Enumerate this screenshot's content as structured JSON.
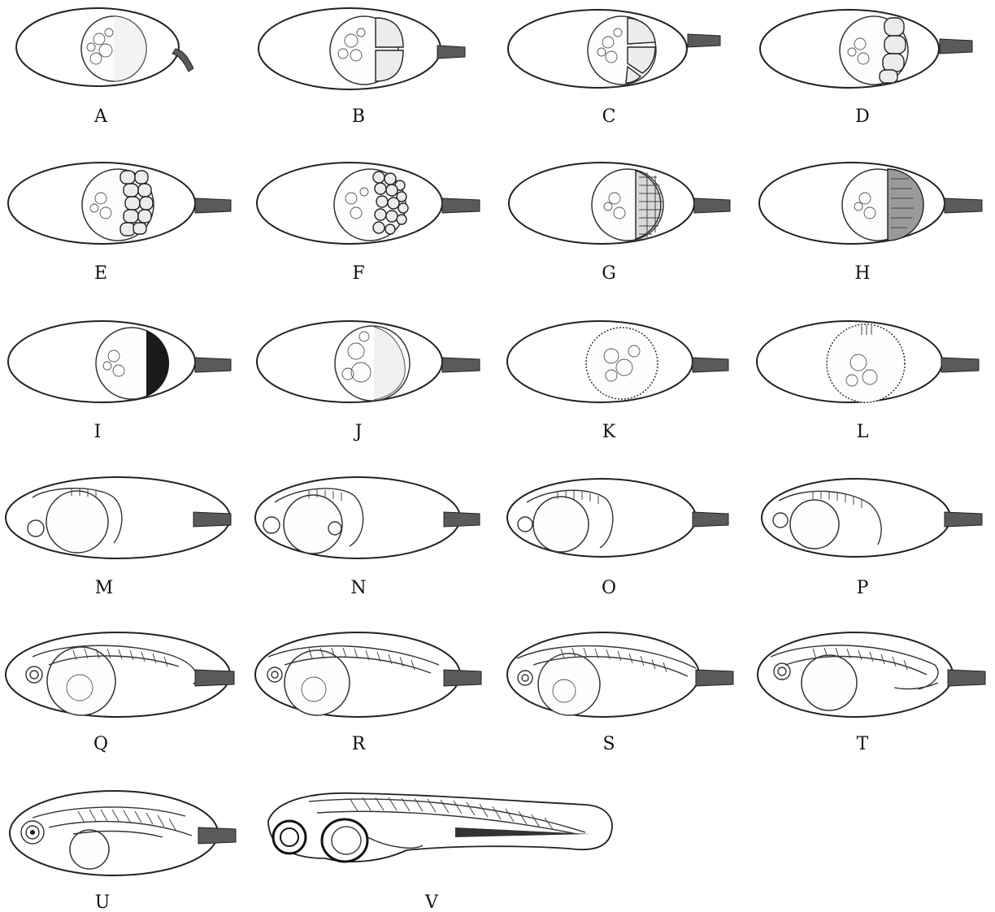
{
  "figure": {
    "panels": [
      {
        "id": "a",
        "label": "A",
        "stage": "1-cell"
      },
      {
        "id": "b",
        "label": "B",
        "stage": "cleavage"
      },
      {
        "id": "c",
        "label": "C",
        "stage": "cleavage"
      },
      {
        "id": "d",
        "label": "D",
        "stage": "cleavage"
      },
      {
        "id": "e",
        "label": "E",
        "stage": "cleavage"
      },
      {
        "id": "f",
        "label": "F",
        "stage": "blastula"
      },
      {
        "id": "g",
        "label": "G",
        "stage": "blastula"
      },
      {
        "id": "h",
        "label": "H",
        "stage": "blastula"
      },
      {
        "id": "i",
        "label": "I",
        "stage": "blastula"
      },
      {
        "id": "j",
        "label": "J",
        "stage": "gastrula"
      },
      {
        "id": "k",
        "label": "K",
        "stage": "gastrula"
      },
      {
        "id": "l",
        "label": "L",
        "stage": "gastrula"
      },
      {
        "id": "m",
        "label": "M",
        "stage": "segmentation"
      },
      {
        "id": "n",
        "label": "N",
        "stage": "segmentation"
      },
      {
        "id": "o",
        "label": "O",
        "stage": "segmentation"
      },
      {
        "id": "p",
        "label": "P",
        "stage": "segmentation"
      },
      {
        "id": "q",
        "label": "Q",
        "stage": "embryo"
      },
      {
        "id": "r",
        "label": "R",
        "stage": "embryo"
      },
      {
        "id": "s",
        "label": "S",
        "stage": "embryo"
      },
      {
        "id": "t",
        "label": "T",
        "stage": "embryo"
      },
      {
        "id": "u",
        "label": "U",
        "stage": "embryo"
      },
      {
        "id": "v",
        "label": "V",
        "stage": "larva"
      }
    ]
  }
}
